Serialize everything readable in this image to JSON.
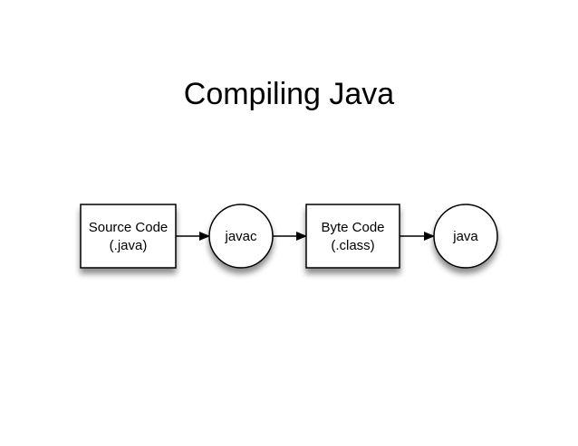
{
  "title": "Compiling Java",
  "nodes": {
    "source": {
      "line1": "Source Code",
      "line2": "(.java)"
    },
    "javac": {
      "label": "javac"
    },
    "bytecode": {
      "line1": "Byte Code",
      "line2": "(.class)"
    },
    "java": {
      "label": "java"
    }
  },
  "colors": {
    "fill": "#ffffff",
    "stroke": "#000000",
    "shadow": "#000000"
  }
}
